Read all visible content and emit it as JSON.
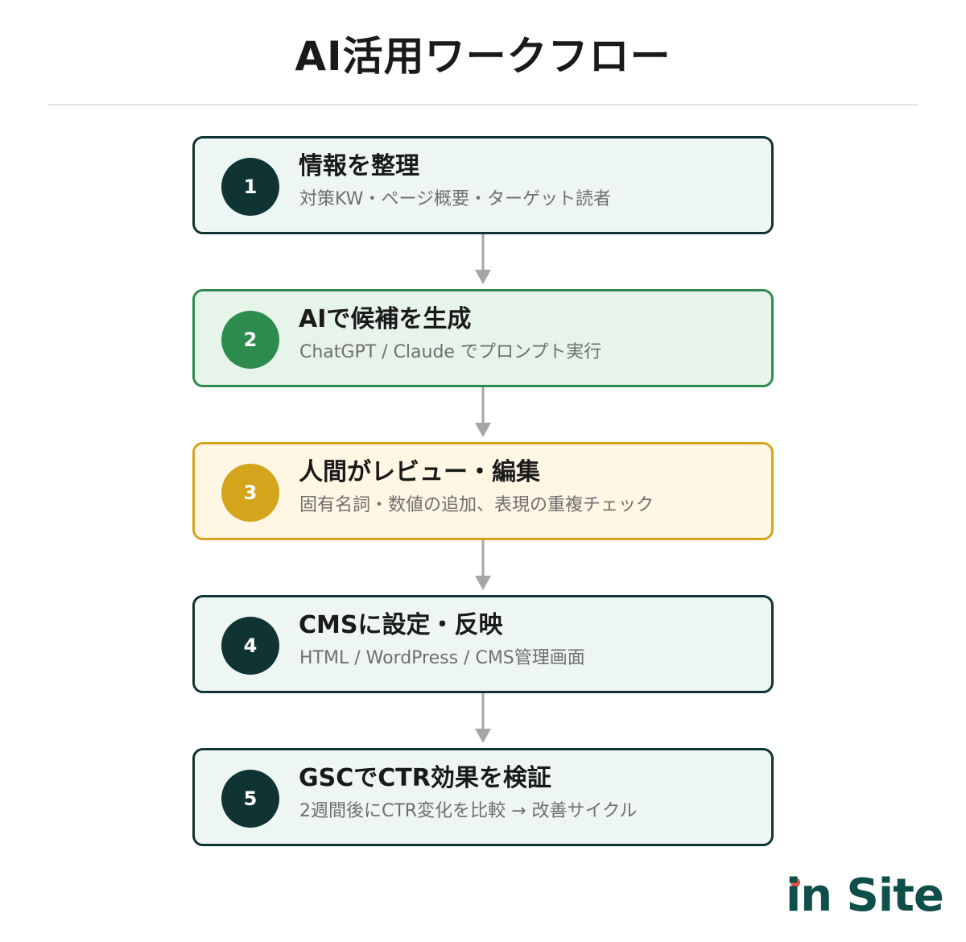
{
  "title": "AI活用ワークフロー",
  "colors": {
    "dark_teal": "#0f3433",
    "green": "#2e8b4e",
    "gold": "#d4a41c",
    "arrow_gray": "#a6a6a6",
    "logo_teal": "#0f4f4a",
    "logo_dot_red": "#e8524a"
  },
  "steps": [
    {
      "number": "1",
      "title": "情報を整理",
      "subtitle": "対策KW・ページ概要・ターゲット読者"
    },
    {
      "number": "2",
      "title": "AIで候補を生成",
      "subtitle": "ChatGPT / Claude でプロンプト実行"
    },
    {
      "number": "3",
      "title": "人間がレビュー・編集",
      "subtitle": "固有名詞・数値の追加、表現の重複チェック"
    },
    {
      "number": "4",
      "title": "CMSに設定・反映",
      "subtitle": "HTML / WordPress / CMS管理画面"
    },
    {
      "number": "5",
      "title": "GSCでCTR効果を検証",
      "subtitle": "2週間後にCTR変化を比較 → 改善サイクル"
    }
  ],
  "arrow_icon": "down-arrow-icon",
  "logo": {
    "text": "in Site"
  }
}
